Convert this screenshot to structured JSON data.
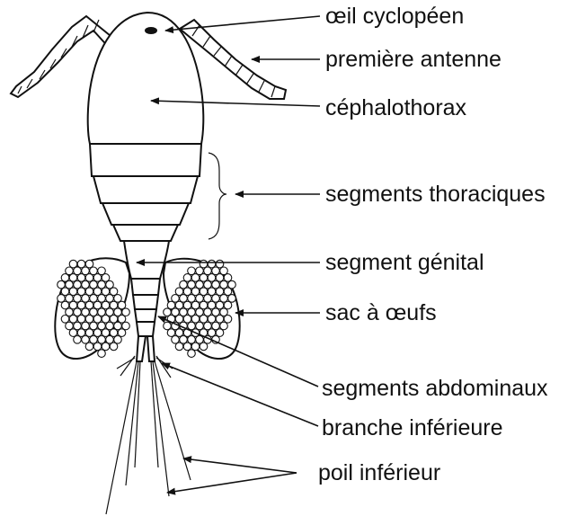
{
  "diagram": {
    "labels": {
      "eye": "œil cyclopéen",
      "antenna": "première antenne",
      "cephalothorax": "céphalothorax",
      "thoracic_segments": "segments thoraciques",
      "genital_segment": "segment génital",
      "egg_sac": "sac à œufs",
      "abdominal_segments": "segments abdominaux",
      "lower_branch": "branche inférieure",
      "lower_hair": "poil inférieur"
    },
    "colors": {
      "ink": "#111111",
      "background": "#ffffff"
    }
  }
}
